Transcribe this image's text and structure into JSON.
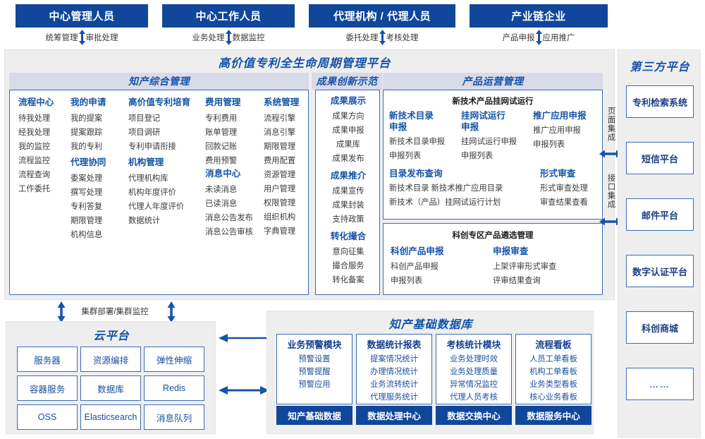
{
  "roles": [
    {
      "title": "中心管理人员",
      "left_action": "统筹管理",
      "right_action": "审批处理"
    },
    {
      "title": "中心工作人员",
      "left_action": "业务处理",
      "right_action": "数据监控"
    },
    {
      "title": "代理机构 / 代理人员",
      "left_action": "委托处理",
      "right_action": "考核处理"
    },
    {
      "title": "产业链企业",
      "left_action": "产品申报",
      "right_action": "应用推广"
    }
  ],
  "platform": {
    "title": "高价值专利全生命周期管理平台",
    "groups": {
      "comprehensive": {
        "title": "知产综合管理",
        "columns": [
          {
            "sections": [
              {
                "head": "流程中心",
                "items": [
                  "待我处理",
                  "经我处理",
                  "我的监控",
                  "流程监控",
                  "流程查询",
                  "工作委托"
                ]
              }
            ]
          },
          {
            "sections": [
              {
                "head": "我的申请",
                "items": [
                  "我的提案",
                  "提案跟踪",
                  "我的专利"
                ]
              },
              {
                "head": "代理协同",
                "items": [
                  "委案处理",
                  "撰写处理",
                  "专利答复",
                  "期限管理",
                  "机构信息"
                ]
              }
            ]
          },
          {
            "sections": [
              {
                "head": "高价值专利培育",
                "items": [
                  "项目登记",
                  "项目调研",
                  "专利申请衔接"
                ]
              },
              {
                "head": "机构管理",
                "items": [
                  "代理机构库",
                  "机构年度评价",
                  "代理人年度评价",
                  "数据统计"
                ]
              }
            ]
          },
          {
            "sections": [
              {
                "head": "费用管理",
                "items": [
                  "专利费用",
                  "账单管理",
                  "回款记账",
                  "费用预警"
                ]
              },
              {
                "head": "消息中心",
                "items": [
                  "未读消息",
                  "已读消息",
                  "消息公告发布",
                  "消息公告审核"
                ]
              }
            ]
          },
          {
            "sections": [
              {
                "head": "系统管理",
                "items": [
                  "流程引擎",
                  "消息引擎",
                  "期限管理",
                  "费用配置",
                  "资源管理",
                  "用户管理",
                  "权限管理",
                  "组织机构",
                  "字典管理"
                ]
              }
            ]
          }
        ]
      },
      "achievement": {
        "title": "成果创新示范",
        "sections": [
          {
            "head": "成果展示",
            "items": [
              "成果方向",
              "成果申报",
              "成果库",
              "成果发布"
            ]
          },
          {
            "head": "成果推介",
            "items": [
              "成果宣传",
              "成果封装",
              "支持政策"
            ]
          },
          {
            "head": "转化撮合",
            "items": [
              "意向征集",
              "撮合服务",
              "转化备案"
            ]
          }
        ]
      },
      "operation": {
        "title": "产品运营管理",
        "subpanels": [
          {
            "title": "新技术产品挂网试运行",
            "rows": [
              {
                "columns": [
                  {
                    "head": "新技术目录申报",
                    "items": [
                      "新技术目录申报",
                      "申报列表"
                    ]
                  },
                  {
                    "head": "挂网试运行申报",
                    "items": [
                      "挂网试运行申报",
                      "申报列表"
                    ]
                  },
                  {
                    "head": "推广应用申报",
                    "items": [
                      "推广应用申报",
                      "申报列表"
                    ]
                  }
                ]
              },
              {
                "columns": [
                  {
                    "head": "目录发布查询",
                    "items": [
                      "新技术目录    新技术推广应用目录",
                      "新技术（产品）挂网试运行计划"
                    ]
                  },
                  {
                    "head": "形式审查",
                    "items": [
                      "形式审查处理",
                      "审查结果查看"
                    ]
                  }
                ]
              }
            ]
          },
          {
            "title": "科创专区产品遴选管理",
            "rows": [
              {
                "columns": [
                  {
                    "head": "科创产品申报",
                    "items": [
                      "科创产品申报",
                      "申报列表"
                    ]
                  },
                  {
                    "head": "申报审查",
                    "items": [
                      "上架评审形式审查",
                      "评审结果查询"
                    ]
                  }
                ]
              }
            ]
          }
        ]
      }
    }
  },
  "integration": {
    "page_integration": "页面集成",
    "api_integration": "接口集成"
  },
  "third_party": {
    "title": "第三方平台",
    "items": [
      "专利检索系统",
      "短信平台",
      "邮件平台",
      "数字认证平台",
      "科创商城",
      "……"
    ]
  },
  "cloud": {
    "cluster_label": "集群部署/集群监控",
    "title": "云平台",
    "cells": [
      "服务器",
      "资源编排",
      "弹性伸缩",
      "容器服务",
      "数据库",
      "Redis",
      "OSS",
      "Elasticsearch",
      "消息队列"
    ]
  },
  "database": {
    "title": "知产基础数据库",
    "columns": [
      {
        "head": "业务预警模块",
        "items": [
          "预警设置",
          "预警提醒",
          "预警应用"
        ],
        "footer": "知产基础数据"
      },
      {
        "head": "数据统计报表",
        "items": [
          "提案情况统计",
          "办理情况统计",
          "业务流转统计",
          "代理服务统计"
        ],
        "footer": "数据处理中心"
      },
      {
        "head": "考核统计模块",
        "items": [
          "业务处理时效",
          "业务处理质量",
          "异常情况监控",
          "代理人员考核"
        ],
        "footer": "数据交换中心"
      },
      {
        "head": "流程看板",
        "items": [
          "人员工单看板",
          "机构工单看板",
          "业务类型看板",
          "核心业务看板"
        ],
        "footer": "数据服务中心"
      }
    ]
  },
  "colors": {
    "brand_dark_blue": "#10479a",
    "brand_blue": "#1553a8",
    "border_blue": "#3d6cb5",
    "panel_gray": "#efeeee",
    "group_header": "#d8daea",
    "text_gray": "#3a3a3a"
  }
}
